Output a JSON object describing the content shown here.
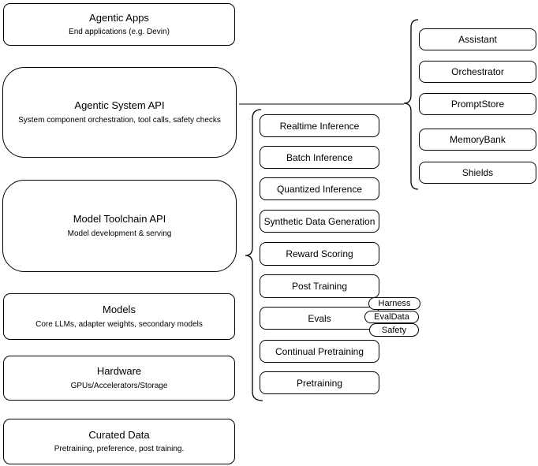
{
  "diagram": {
    "left_stack": [
      {
        "title": "Agentic Apps",
        "subtitle": "End applications (e.g. Devin)"
      },
      {
        "title": "Agentic System API",
        "subtitle": "System component orchestration, tool calls, safety checks"
      },
      {
        "title": "Model Toolchain API",
        "subtitle": "Model development & serving"
      },
      {
        "title": "Models",
        "subtitle": "Core LLMs, adapter weights, secondary models"
      },
      {
        "title": "Hardware",
        "subtitle": "GPUs/Accelerators/Storage"
      },
      {
        "title": "Curated Data",
        "subtitle": "Pretraining, preference, post training."
      }
    ],
    "toolchain_apis": [
      "Realtime Inference",
      "Batch Inference",
      "Quantized Inference",
      "Synthetic Data Generation",
      "Reward Scoring",
      "Post Training",
      "Evals",
      "Continual Pretraining",
      "Pretraining"
    ],
    "eval_components": [
      "Harness",
      "EvalData",
      "Safety"
    ],
    "system_components": [
      "Assistant",
      "Orchestrator",
      "PromptStore",
      "MemoryBank",
      "Shields"
    ],
    "colors": {
      "stroke": "#000000",
      "background": "#ffffff",
      "text": "#000000"
    }
  }
}
